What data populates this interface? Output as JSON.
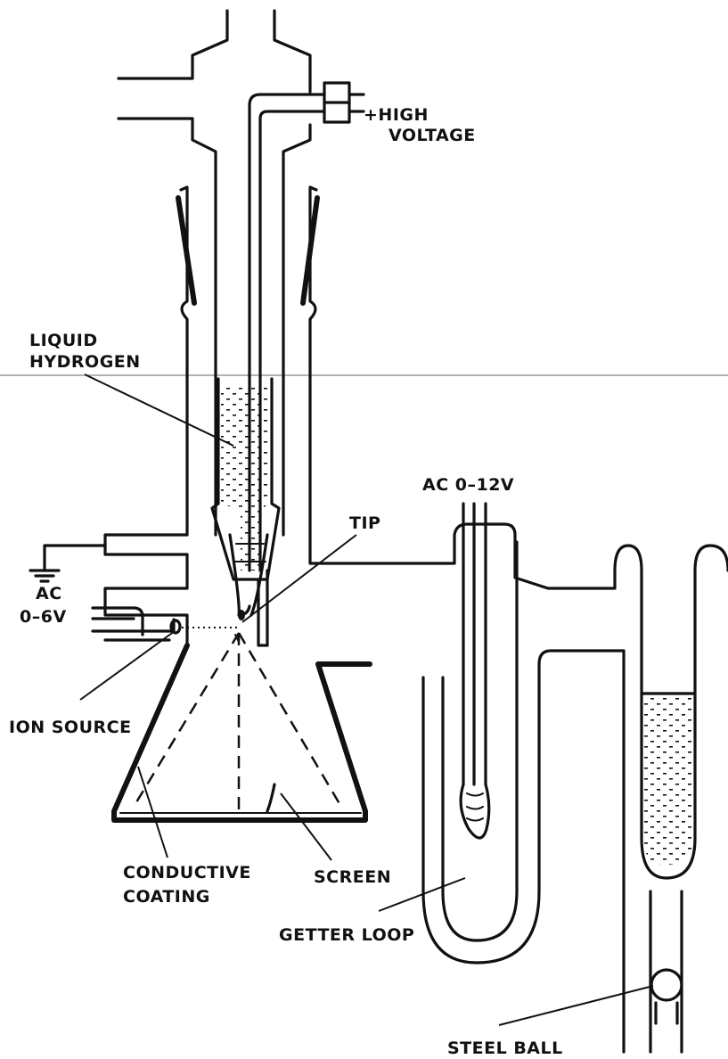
{
  "labels": {
    "high_voltage_line1": "+HIGH",
    "high_voltage_line2": "VOLTAGE",
    "liquid_hydrogen_line1": "LIQUID",
    "liquid_hydrogen_line2": "HYDROGEN",
    "tip": "TIP",
    "ac_12v": "AC 0–12V",
    "ac_6v_line1": "AC",
    "ac_6v_line2": "0–6V",
    "ion_source": "ION SOURCE",
    "conductive_coating_line1": "CONDUCTIVE",
    "conductive_coating_line2": "COATING",
    "screen": "SCREEN",
    "getter_loop": "GETTER LOOP",
    "steel_ball": "STEEL BALL"
  },
  "colors": {
    "ink": "#111111",
    "paper": "#ffffff"
  }
}
